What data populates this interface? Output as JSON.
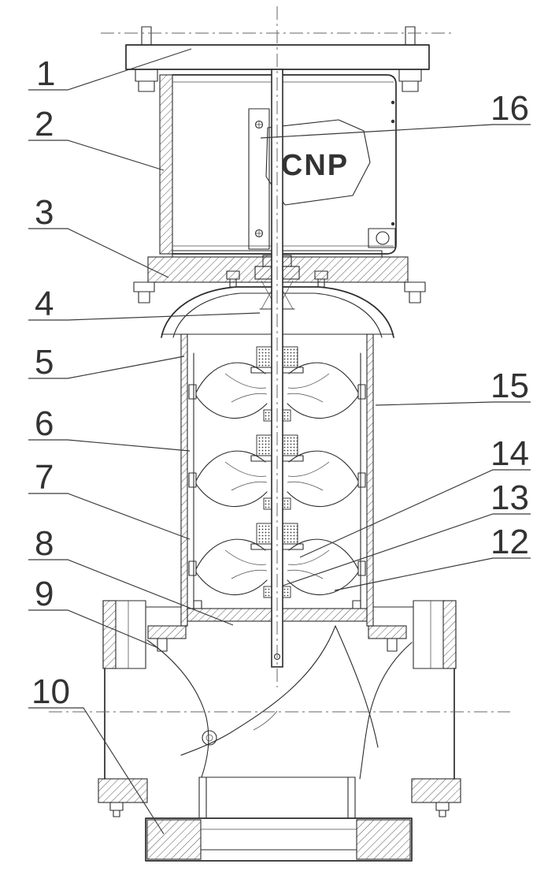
{
  "diagram": {
    "brand": "CNP",
    "callouts": [
      {
        "label": "1"
      },
      {
        "label": "2"
      },
      {
        "label": "3"
      },
      {
        "label": "4"
      },
      {
        "label": "5"
      },
      {
        "label": "6"
      },
      {
        "label": "7"
      },
      {
        "label": "8"
      },
      {
        "label": "9"
      },
      {
        "label": "10"
      },
      {
        "label": "16"
      },
      {
        "label": "15"
      },
      {
        "label": "14"
      },
      {
        "label": "13"
      },
      {
        "label": "12"
      }
    ]
  }
}
